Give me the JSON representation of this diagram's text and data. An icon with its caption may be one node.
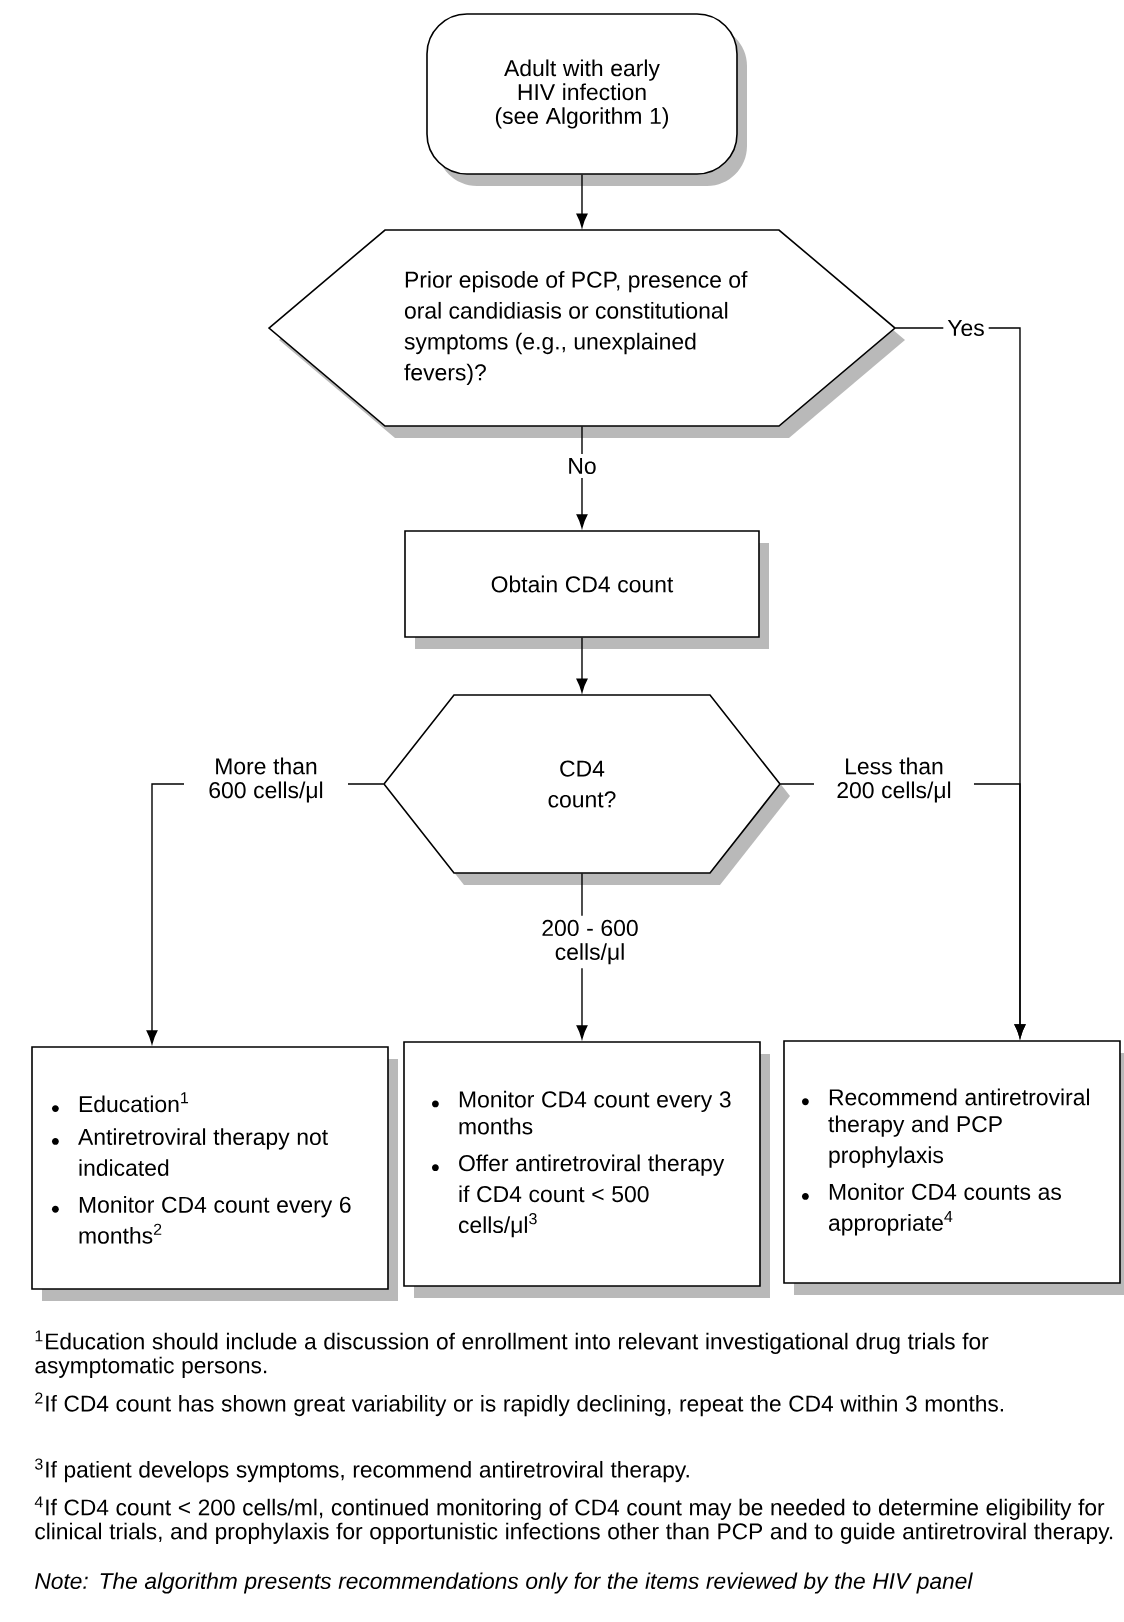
{
  "diagram": {
    "nodes": [
      {
        "text": [
          "Adult with early HIV infection (see Algorithm 1)"
        ]
      },
      {
        "text": [
          "Prior episode of PCP, presence of oral candidiasis or constitutional symptoms (e.g., unexplained fevers)?"
        ]
      },
      {
        "text": [
          "Obtain CD4 count"
        ]
      },
      {
        "text": [
          "CD4 count?"
        ]
      },
      {
        "text": [
          "Education$^{1}$",
          "Antiretroviral therapy not indicated",
          "Monitor CD4 count every 6 months$^{2}$"
        ]
      },
      {
        "text": [
          "Monitor CD4 count every 3 months",
          "Offer antiretroviral therapy if CD4 count < 500 cells/μl$^{3}$"
        ]
      },
      {
        "text": [
          "Recommend antiretroviral therapy and PCP prophylaxis",
          "Monitor CD4 counts as appropriate$^{4}$"
        ]
      }
    ],
    "edges": [
      {
        "from": 0,
        "to": 1,
        "arrow": "to"
      },
      {
        "from": 1,
        "to": 2,
        "arrow": "to",
        "label": "No"
      },
      {
        "from": 1,
        "to": 6,
        "arrow": "to",
        "label": "Yes"
      },
      {
        "from": 2,
        "to": 3,
        "arrow": "to"
      },
      {
        "from": 3,
        "to": 4,
        "arrow": "to",
        "label": "More than 600 cells/μl"
      },
      {
        "from": 3,
        "to": 5,
        "arrow": "to",
        "label": "200 - 600 cells/μl"
      },
      {
        "from": 3,
        "to": 6,
        "arrow": "to",
        "label": "Less than 200 cells/μl"
      }
    ],
    "labels": [
      "$^{1}$Education should include a discussion of enrollment into relevant investigational drug trials for asymptomatic persons.",
      "$^{2}$If CD4 count has shown great variability or is rapidly declining, repeat the CD4 within 3 months.",
      "$^{3}$If patient develops symptoms, recommend antiretroviral therapy.",
      "$^{4}$If CD4 count < 200 cells/ml, continued monitoring of CD4 count may be needed to determine eligibility for clinical trials, and prophylaxis for opportunistic infections other than PCP and to guide antiretroviral therapy.",
      "Note: The algorithm presents recommendations only for the items reviewed by the HIV panel"
    ]
  }
}
